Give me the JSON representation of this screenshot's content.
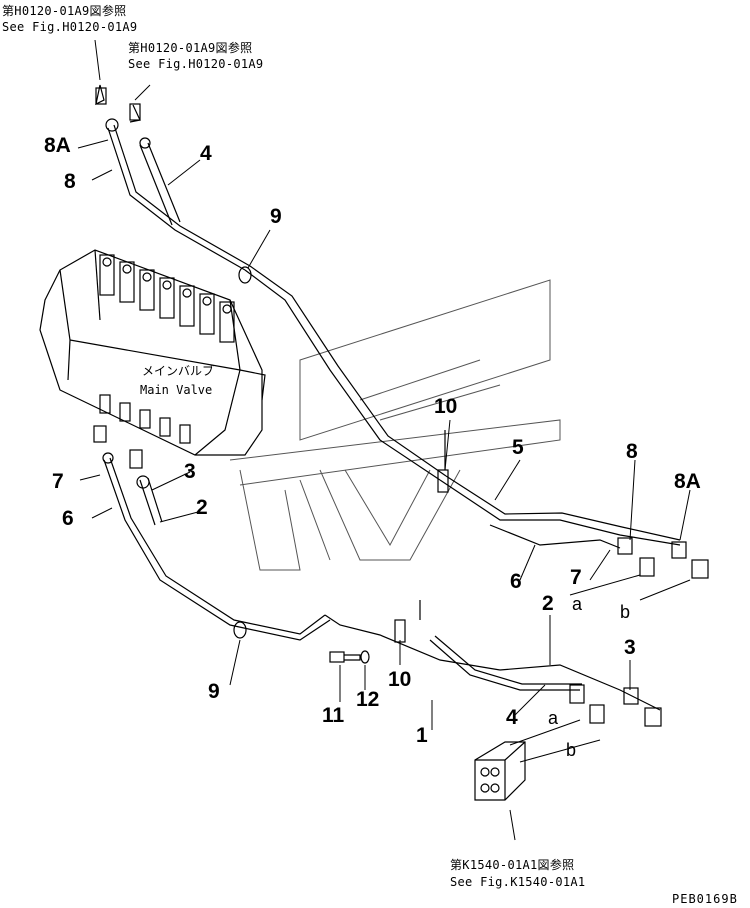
{
  "references": {
    "top_left_jp": "第H0120-01A9図参照",
    "top_left_en": "See Fig.H0120-01A9",
    "top_mid_jp": "第H0120-01A9図参照",
    "top_mid_en": "See Fig.H0120-01A9",
    "bottom_jp": "第K1540-01A1図参照",
    "bottom_en": "See Fig.K1540-01A1"
  },
  "main_valve": {
    "jp": "メインバルブ",
    "en": "Main Valve"
  },
  "part_numbers": {
    "p1": "1",
    "p2a": "2",
    "p2b": "2",
    "p3a": "3",
    "p3b": "3",
    "p4a": "4",
    "p4b": "4",
    "p5": "5",
    "p6a": "6",
    "p6b": "6",
    "p7a": "7",
    "p7b": "7",
    "p8a": "8",
    "p8b": "8",
    "p8Aa": "8A",
    "p8Ab": "8A",
    "p9a": "9",
    "p9b": "9",
    "p10a": "10",
    "p10b": "10",
    "p11": "11",
    "p12": "12"
  },
  "port_letters": {
    "a1": "a",
    "b1": "b",
    "a2": "a",
    "b2": "b"
  },
  "drawing_code": "PEB0169B"
}
